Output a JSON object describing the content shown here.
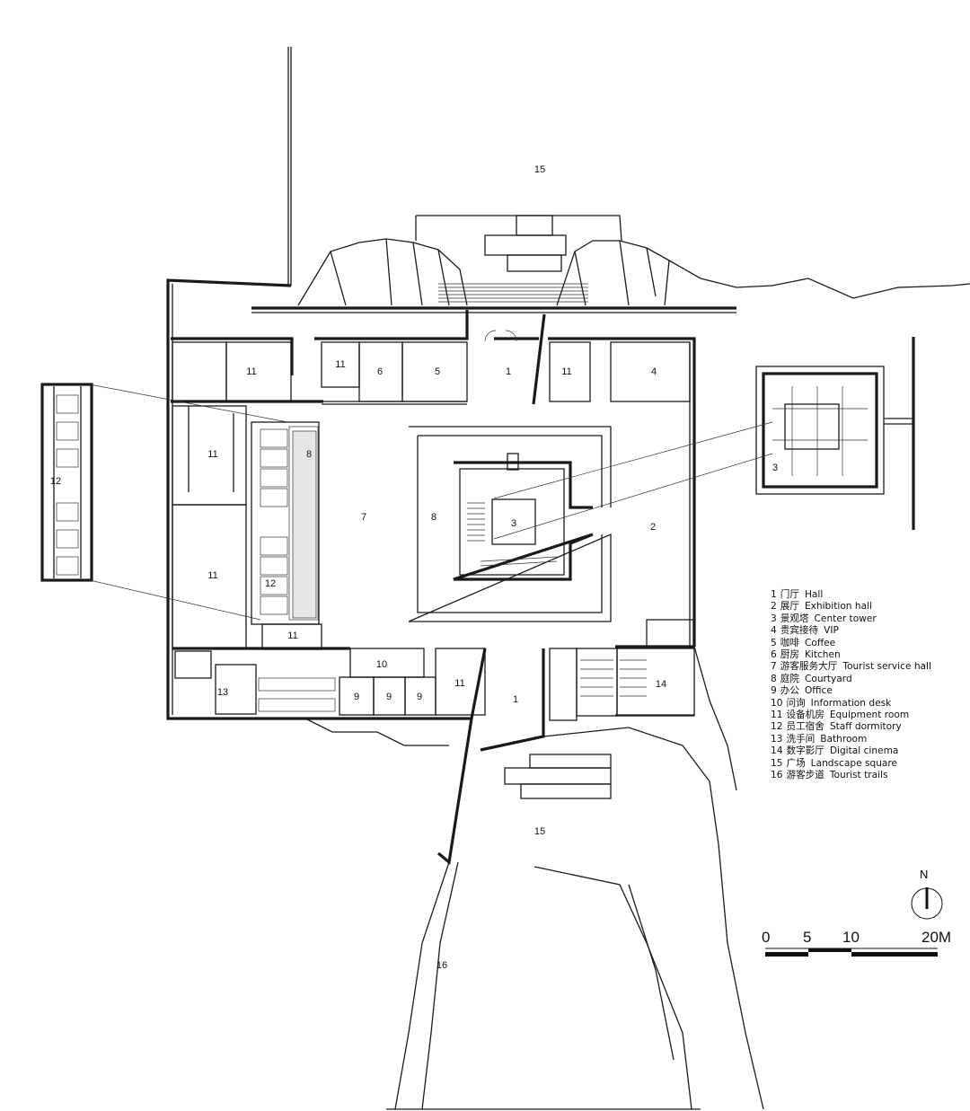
{
  "legend": [
    {
      "num": "1",
      "zh": "门厅",
      "en": "Hall"
    },
    {
      "num": "2",
      "zh": "展厅",
      "en": "Exhibition hall"
    },
    {
      "num": "3",
      "zh": "景观塔",
      "en": "Center tower"
    },
    {
      "num": "4",
      "zh": "贵宾接待",
      "en": "VIP"
    },
    {
      "num": "5",
      "zh": "咖啡",
      "en": "Coffee"
    },
    {
      "num": "6",
      "zh": "厨房",
      "en": "Kitchen"
    },
    {
      "num": "7",
      "zh": "游客服务大厅",
      "en": "Tourist service hall"
    },
    {
      "num": "8",
      "zh": "庭院",
      "en": "Courtyard"
    },
    {
      "num": "9",
      "zh": "办公",
      "en": "Office"
    },
    {
      "num": "10",
      "zh": "问询",
      "en": "Information desk"
    },
    {
      "num": "11",
      "zh": "设备机房",
      "en": "Equipment room"
    },
    {
      "num": "12",
      "zh": "员工宿舍",
      "en": "Staff dormitory"
    },
    {
      "num": "13",
      "zh": "洗手间",
      "en": "Bathroom"
    },
    {
      "num": "14",
      "zh": "数字影厅",
      "en": "Digital cinema"
    },
    {
      "num": "15",
      "zh": "广场",
      "en": "Landscape square"
    },
    {
      "num": "16",
      "zh": "游客步道",
      "en": "Tourist trails"
    }
  ],
  "room_labels": {
    "r15_top": "15",
    "r11_a": "11",
    "r11_b": "11",
    "r6": "6",
    "r5": "5",
    "r1_top": "1",
    "r11_c": "11",
    "r4": "4",
    "r11_d": "11",
    "r8_left": "8",
    "r7": "7",
    "r8_mid": "8",
    "r3": "3",
    "r2": "2",
    "r11_e": "11",
    "r12_main": "12",
    "r11_f": "11",
    "r10": "10",
    "r9_a": "9",
    "r9_b": "9",
    "r9_c": "9",
    "r11_g": "11",
    "r13": "13",
    "r1_bottom": "1",
    "r14": "14",
    "r15_bottom": "15",
    "r16": "16",
    "r12_left": "12",
    "r3_tower": "3"
  },
  "north": {
    "letter": "N"
  },
  "scale": {
    "labels": [
      "0",
      "5",
      "10",
      "20M"
    ]
  }
}
